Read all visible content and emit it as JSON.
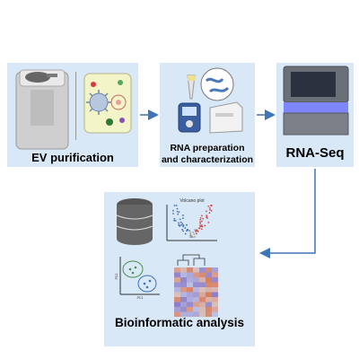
{
  "steps": [
    {
      "label": "EV purification"
    },
    {
      "label_line1": "RNA preparation",
      "label_line2": "and characterization"
    },
    {
      "label": "RNA-Seq"
    },
    {
      "label": "Bioinformatic analysis"
    }
  ],
  "volcano_plot": {
    "title": "Volcano plot"
  },
  "pca_plot": {
    "x_label": "PC1",
    "y_label": "PC2"
  },
  "colors": {
    "panel": "#d9e8f7",
    "arrow": "#3f74b5",
    "heatmap_high": "#d77a5a",
    "heatmap_low": "#8d7ec7"
  }
}
